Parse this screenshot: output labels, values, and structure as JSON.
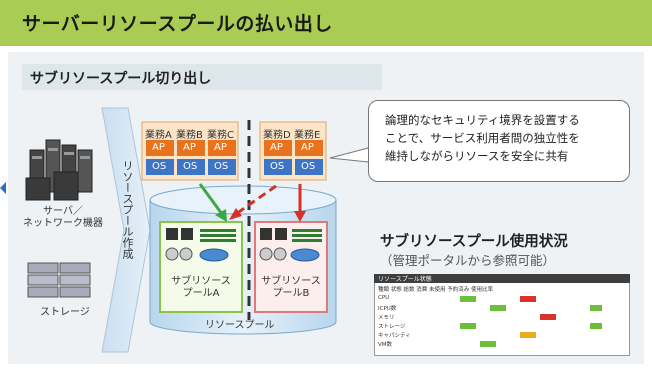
{
  "header": {
    "title": "サーバーリソースプールの払い出し"
  },
  "section": {
    "title": "サブリソースプール切り出し"
  },
  "left": {
    "server_label": "サーバ／\nネットワーク機器",
    "storage_label": "ストレージ",
    "arrow_label": "リソースプール作成"
  },
  "services": {
    "group1": [
      "業務A",
      "業務B",
      "業務C"
    ],
    "group2": [
      "業務D",
      "業務E"
    ],
    "ap": "AP",
    "os": "OS"
  },
  "pool": {
    "sub_a": "サブリソース\nプールA",
    "sub_b": "サブリソース\nプールB",
    "main": "リソースプール"
  },
  "callout": {
    "text": "論理的なセキュリティ境界を設置する\nことで、サービス利用者間の独立性を\n維持しながらリソースを安全に共有"
  },
  "usage": {
    "title": "サブリソースプール使用状況",
    "subtitle": "（管理ポータルから参照可能）"
  },
  "portal": {
    "bar": "リソースプール状態",
    "rows": [
      {
        "label": "種類   状態    総数       消費       未使用      予約済み    使用比率"
      },
      {
        "label": "CPU"
      },
      {
        "label": "ICPU数"
      },
      {
        "label": "メモリ"
      },
      {
        "label": "ストレージ"
      },
      {
        "label": "キャパシティ"
      },
      {
        "label": "VM数"
      }
    ]
  },
  "colors": {
    "banner": "#a9cd54",
    "ap_box": "#e8731c",
    "os_box": "#3e74c6",
    "cylinder": "#cfe3f2",
    "arrow_green": "#3aa845",
    "arrow_red": "#d83024"
  }
}
